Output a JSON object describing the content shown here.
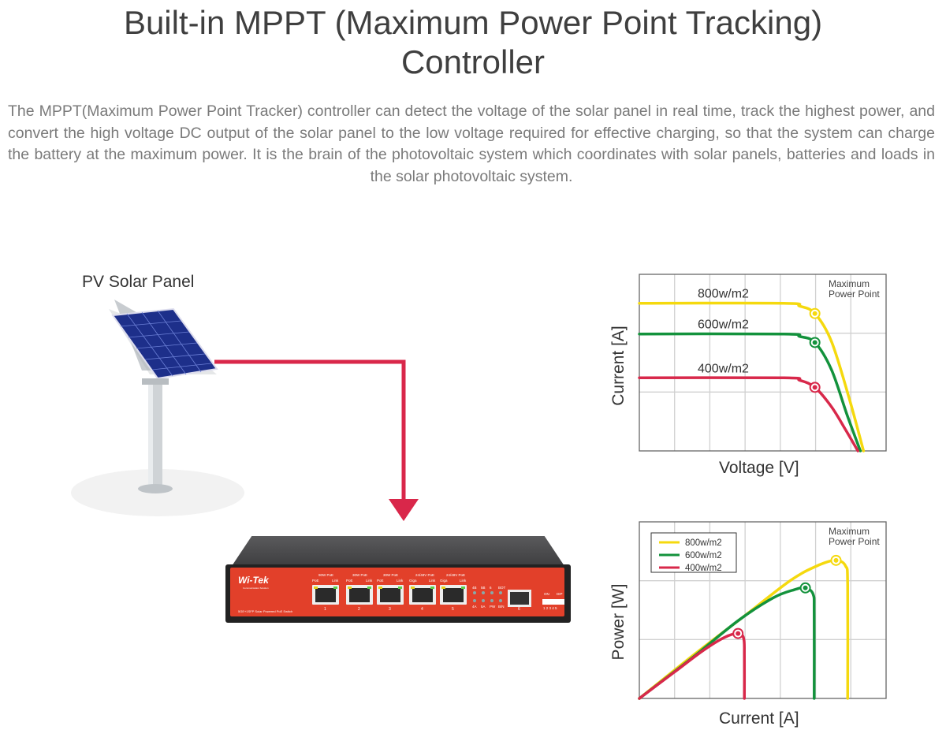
{
  "header": {
    "title_line1": "Built-in MPPT (Maximum Power Point Tracking)",
    "title_line2": "Controller",
    "description": "The MPPT(Maximum Power Point Tracker) controller can detect the voltage of the solar panel in real time, track the high­est power, and convert the high voltage DC output of the solar panel to the low voltage required for effective charging, so that the system can charge the battery at the maximum power. It is the brain of the photovoltaic system which coordinates with solar panels, batteries and loads in the solar photovoltaic system."
  },
  "diagram": {
    "pv_label": "PV Solar Panel",
    "arrow_color": "#d9274a",
    "switch": {
      "brand": "Wi-Tek",
      "brand_sub": "Communication Solution",
      "model": "5GE+1SFP Solar Powered PoE Switch",
      "ports": [
        {
          "num": "1",
          "top": "90W PoE",
          "left": "PoE",
          "right": "Link"
        },
        {
          "num": "2",
          "top": "30W PoE",
          "left": "PoE",
          "right": "Link"
        },
        {
          "num": "3",
          "top": "30W PoE",
          "left": "PoE",
          "right": "Link"
        },
        {
          "num": "4",
          "top": "24/48V PoE",
          "left": "Giga",
          "right": "Link"
        },
        {
          "num": "5",
          "top": "24/48V PoE",
          "left": "Giga",
          "right": "Link"
        }
      ],
      "sfp_num": "6",
      "leds_top": [
        "4B",
        "5B",
        "6",
        "BOT"
      ],
      "leds_bottom": [
        "4A",
        "5A",
        "PW",
        "B/N"
      ],
      "dip_on": "ON",
      "dip_label": "DIP",
      "dip_nums": "1 2 3 4 5"
    }
  },
  "chart_data": [
    {
      "type": "line",
      "title": "",
      "xlabel": "Voltage [V]",
      "ylabel": "Current [A]",
      "xlim": [
        0,
        7
      ],
      "ylim": [
        0,
        5
      ],
      "grid": true,
      "annotation": [
        "Maximum",
        "Power Point"
      ],
      "series": [
        {
          "name": "800w/m2",
          "color": "#f5d90e",
          "points": [
            [
              0,
              4.18
            ],
            [
              4.1,
              4.18
            ],
            [
              4.55,
              4.1
            ],
            [
              4.98,
              3.89
            ],
            [
              5.45,
              3.1
            ],
            [
              5.95,
              1.5
            ],
            [
              6.36,
              0
            ]
          ],
          "mpp": [
            4.98,
            3.89
          ]
        },
        {
          "name": "600w/m2",
          "color": "#13923c",
          "points": [
            [
              0,
              3.31
            ],
            [
              4.1,
              3.31
            ],
            [
              4.55,
              3.24
            ],
            [
              4.98,
              3.07
            ],
            [
              5.45,
              2.3
            ],
            [
              5.9,
              1.0
            ],
            [
              6.27,
              0
            ]
          ],
          "mpp": [
            4.98,
            3.07
          ]
        },
        {
          "name": "400w/m2",
          "color": "#d8284a",
          "points": [
            [
              0,
              2.07
            ],
            [
              4.1,
              2.07
            ],
            [
              4.55,
              2.0
            ],
            [
              4.98,
              1.8
            ],
            [
              5.45,
              1.25
            ],
            [
              5.85,
              0.6
            ],
            [
              6.2,
              0
            ]
          ],
          "mpp": [
            4.98,
            1.8
          ]
        }
      ]
    },
    {
      "type": "line",
      "title": "",
      "xlabel": "Current [A]",
      "ylabel": "Power [W]",
      "xlim": [
        0,
        7
      ],
      "ylim": [
        0,
        5
      ],
      "grid": true,
      "legend": "top-left",
      "annotation": [
        "Maximum",
        "Power Point"
      ],
      "series": [
        {
          "name": "800w/m2",
          "color": "#f5d90e",
          "points": [
            [
              0,
              0
            ],
            [
              1.5,
              1.2
            ],
            [
              3,
              2.35
            ],
            [
              4.3,
              3.35
            ],
            [
              5.1,
              3.78
            ],
            [
              5.58,
              3.91
            ],
            [
              5.85,
              3.75
            ],
            [
              5.91,
              3.2
            ],
            [
              5.91,
              0
            ]
          ],
          "mpp": [
            5.58,
            3.91
          ]
        },
        {
          "name": "600w/m2",
          "color": "#13923c",
          "points": [
            [
              0,
              0
            ],
            [
              1.5,
              1.15
            ],
            [
              2.8,
              2.2
            ],
            [
              3.8,
              2.85
            ],
            [
              4.4,
              3.08
            ],
            [
              4.71,
              3.13
            ],
            [
              4.93,
              2.95
            ],
            [
              4.96,
              2.4
            ],
            [
              4.96,
              0
            ]
          ],
          "mpp": [
            4.71,
            3.13
          ]
        },
        {
          "name": "400w/m2",
          "color": "#d8284a",
          "points": [
            [
              0,
              0
            ],
            [
              1.0,
              0.75
            ],
            [
              1.8,
              1.35
            ],
            [
              2.4,
              1.72
            ],
            [
              2.8,
              1.84
            ],
            [
              2.96,
              1.7
            ],
            [
              2.98,
              1.2
            ],
            [
              2.98,
              0
            ]
          ],
          "mpp": [
            2.8,
            1.84
          ]
        }
      ]
    }
  ]
}
